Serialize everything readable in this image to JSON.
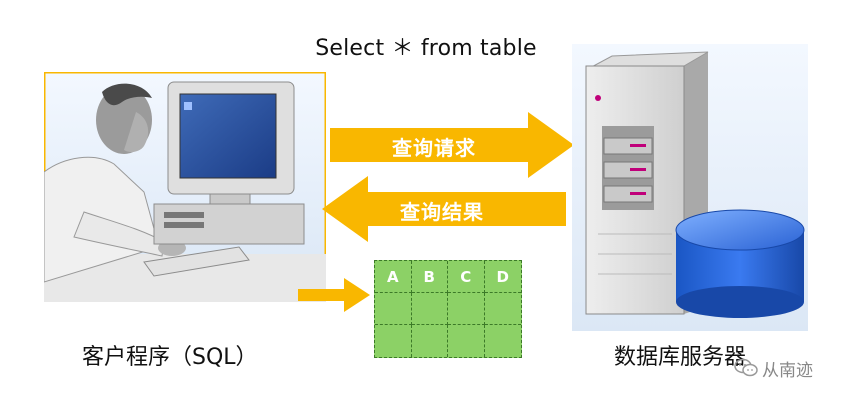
{
  "query": "Select ＊ from table",
  "arrows": {
    "request": "查询请求",
    "result": "查询结果"
  },
  "result_table": {
    "headers": [
      "A",
      "B",
      "C",
      "D"
    ],
    "rows": [
      [
        "",
        "",
        "",
        ""
      ],
      [
        "",
        "",
        "",
        ""
      ]
    ]
  },
  "labels": {
    "client": "客户程序（SQL）",
    "server": "数据库服务器"
  },
  "watermark": {
    "text": "从南迹",
    "icon": "wechat-icon"
  },
  "colors": {
    "arrow": "#f9b700",
    "grid_fill": "#8cd166",
    "database": "#1e63d1"
  }
}
